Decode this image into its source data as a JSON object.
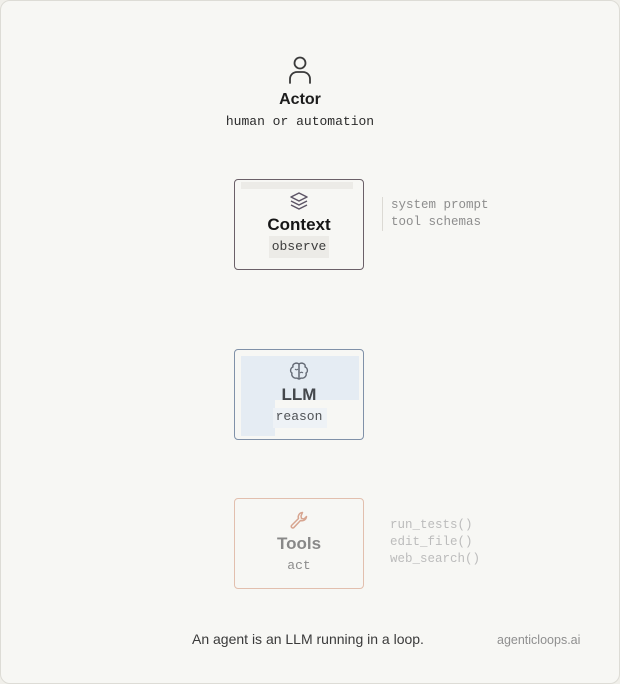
{
  "actor": {
    "icon": "person-icon",
    "title": "Actor",
    "subtitle": "human or automation"
  },
  "nodes": [
    {
      "id": "context",
      "icon": "layers-icon",
      "title": "Context",
      "verb": "observe",
      "side_items": [
        "system prompt",
        "tool schemas"
      ],
      "border_color": "#6b6068"
    },
    {
      "id": "llm",
      "icon": "brain-icon",
      "title": "LLM",
      "verb": "reason",
      "side_items": [],
      "border_color": "#8091a8"
    },
    {
      "id": "tools",
      "icon": "wrench-icon",
      "title": "Tools",
      "verb": "act",
      "side_items": [
        "run_tests()",
        "edit_file()",
        "web_search()"
      ],
      "border_color": "#e2bfae"
    }
  ],
  "footer": {
    "caption": "An agent is an LLM running in a loop.",
    "brand": "agenticloops.ai"
  }
}
